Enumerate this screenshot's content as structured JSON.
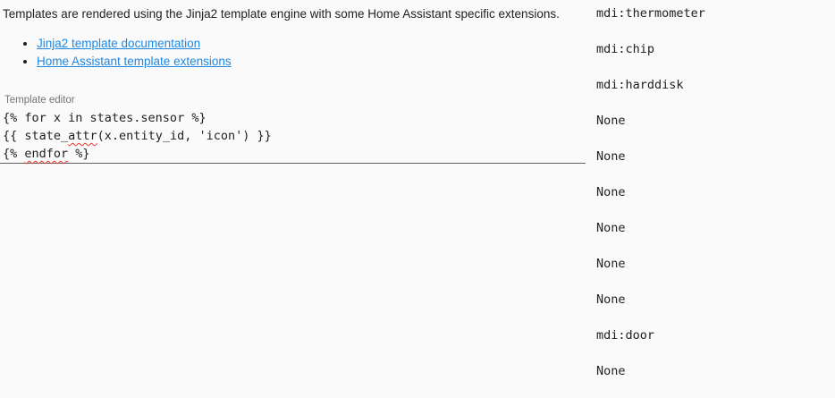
{
  "intro": {
    "text": "Templates are rendered using the Jinja2 template engine with some Home Assistant specific extensions."
  },
  "links": [
    {
      "name": "jinja2-docs-link",
      "label": "Jinja2 template documentation"
    },
    {
      "name": "ha-extensions-link",
      "label": "Home Assistant template extensions"
    }
  ],
  "editor": {
    "label": "Template editor",
    "lines": [
      {
        "segments": [
          {
            "text": "{% for x in states.sensor %}",
            "misspelled": false
          }
        ]
      },
      {
        "segments": [
          {
            "text": "{{ state_",
            "misspelled": false
          },
          {
            "text": "attr",
            "misspelled": true
          },
          {
            "text": "(x.entity_id, 'icon') }}",
            "misspelled": false
          }
        ]
      },
      {
        "segments": [
          {
            "text": "{% ",
            "misspelled": false
          },
          {
            "text": "endfor",
            "misspelled": true
          },
          {
            "text": " %}",
            "misspelled": false
          }
        ]
      }
    ]
  },
  "output": {
    "lines": [
      "mdi:thermometer",
      "mdi:chip",
      "mdi:harddisk",
      "None",
      "None",
      "None",
      "None",
      "None",
      "None",
      "mdi:door",
      "None"
    ]
  },
  "colors": {
    "background": "#fafafa",
    "text": "#212121",
    "label": "#757575",
    "link": "#1e88e5",
    "underline": "#5f5f5f",
    "misspell": "#e53935"
  }
}
